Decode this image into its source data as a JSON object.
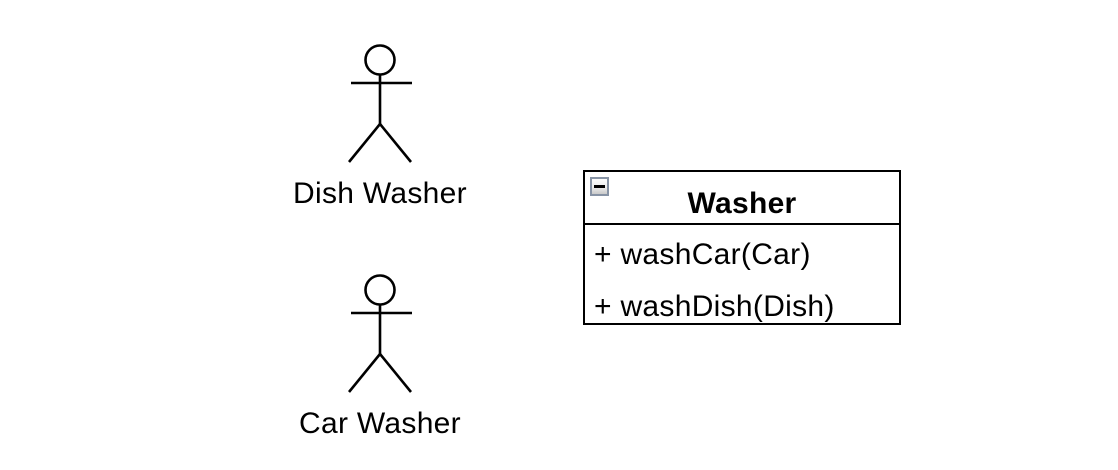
{
  "diagram": {
    "kind": "uml-diagram",
    "actors": [
      {
        "id": "dish-washer",
        "label": "Dish Washer"
      },
      {
        "id": "car-washer",
        "label": "Car Washer"
      }
    ],
    "class_box": {
      "title": "Washer",
      "members": [
        "+ washCar(Car)",
        "+ washDish(Dish)"
      ],
      "collapse_button": {
        "icon": "minus-icon",
        "state": "expanded"
      }
    },
    "colors": {
      "background": "#ffffff",
      "stroke": "#000000",
      "collapse_button_border": "#8793a5",
      "collapse_button_fill_top": "#fdfdfd",
      "collapse_button_fill_bottom": "#c9c9c9"
    }
  }
}
